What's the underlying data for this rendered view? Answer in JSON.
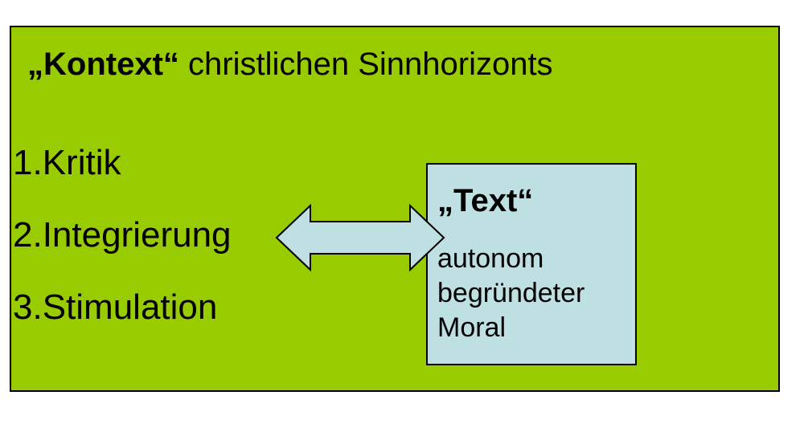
{
  "context": {
    "title_bold": "„Kontext“",
    "title_rest": " christlichen Sinnhorizonts",
    "items": [
      "1.Kritik",
      "2.Integrierung",
      "3.Stimulation"
    ]
  },
  "text_box": {
    "title": "„Text“",
    "lines": [
      "autonom",
      "begründeter",
      "Moral"
    ]
  },
  "colors": {
    "context_fill": "#99cc00",
    "text_box_fill": "#bfe0e2",
    "arrow_fill": "#bfe0e2",
    "outline": "#000000"
  },
  "connector": {
    "type": "double-headed-arrow"
  }
}
